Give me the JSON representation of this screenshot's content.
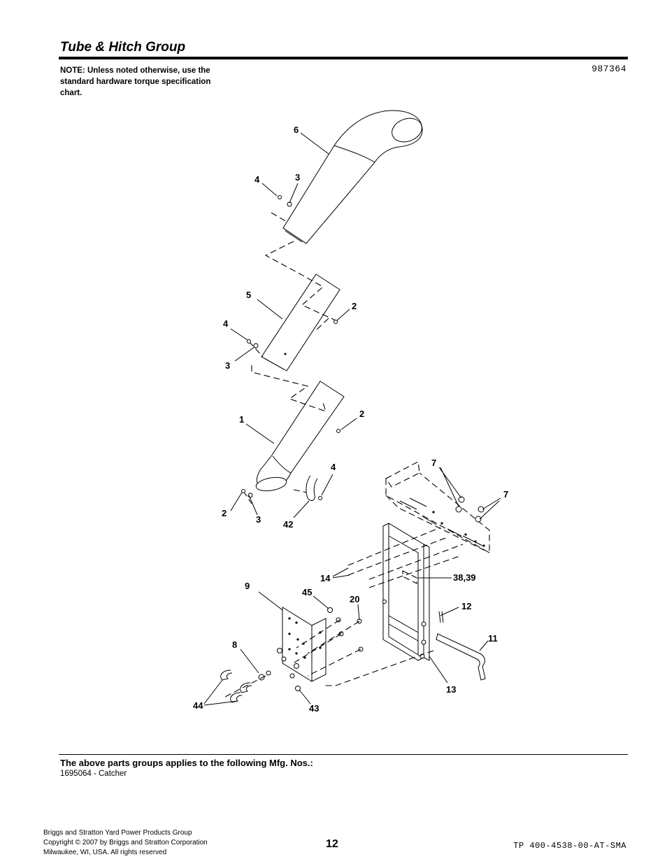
{
  "header": {
    "title": "Tube & Hitch Group",
    "note": "NOTE: Unless noted otherwise, use the standard hardware torque specification chart.",
    "diagram_number": "987364"
  },
  "callouts": [
    "1",
    "2",
    "2",
    "2",
    "3",
    "3",
    "3",
    "4",
    "4",
    "4",
    "5",
    "6",
    "7",
    "7",
    "8",
    "9",
    "11",
    "12",
    "13",
    "14",
    "20",
    "38,39",
    "42",
    "43",
    "44",
    "45"
  ],
  "applies_to": {
    "title": "The above parts groups applies to the following Mfg. Nos.:",
    "items": [
      "1695064 - Catcher"
    ]
  },
  "footer": {
    "company": "Briggs and Stratton Yard Power Products Group",
    "copyright": "Copyright © 2007 by Briggs and Stratton Corporation",
    "location": "Milwaukee, WI, USA. All rights reserved",
    "page_number": "12",
    "tp_number": "TP 400-4538-00-AT-SMA"
  }
}
